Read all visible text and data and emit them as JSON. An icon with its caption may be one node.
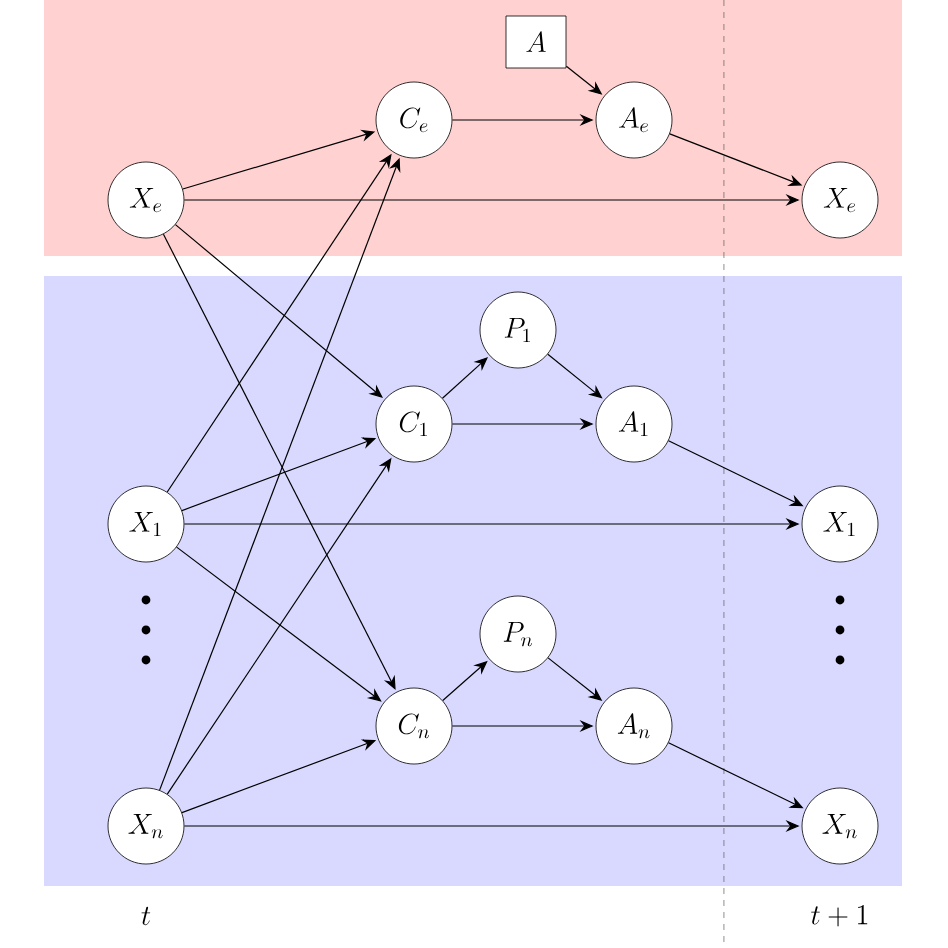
{
  "diagram": {
    "nodes": [
      {
        "text": [
          "X_e"
        ]
      },
      {
        "text": [
          "C_e"
        ]
      },
      {
        "text": [
          "A"
        ]
      },
      {
        "text": [
          "A_e"
        ]
      },
      {
        "text": [
          "X_e"
        ]
      },
      {
        "text": [
          "P_1"
        ]
      },
      {
        "text": [
          "C_1"
        ]
      },
      {
        "text": [
          "A_1"
        ]
      },
      {
        "text": [
          "X_1"
        ]
      },
      {
        "text": [
          "X_1"
        ]
      },
      {
        "text": [
          "P_n"
        ]
      },
      {
        "text": [
          "C_n"
        ]
      },
      {
        "text": [
          "A_n"
        ]
      },
      {
        "text": [
          "X_n"
        ]
      },
      {
        "text": [
          "X_n"
        ]
      }
    ],
    "edges": [
      {
        "from": 0,
        "to": 1,
        "arrow": "to"
      },
      {
        "from": 0,
        "to": 4,
        "arrow": "to"
      },
      {
        "from": 1,
        "to": 3,
        "arrow": "to"
      },
      {
        "from": 2,
        "to": 3,
        "arrow": "to"
      },
      {
        "from": 3,
        "to": 4,
        "arrow": "to"
      },
      {
        "from": 0,
        "to": 6,
        "arrow": "to"
      },
      {
        "from": 0,
        "to": 11,
        "arrow": "to"
      },
      {
        "from": 8,
        "to": 1,
        "arrow": "to"
      },
      {
        "from": 8,
        "to": 6,
        "arrow": "to"
      },
      {
        "from": 8,
        "to": 11,
        "arrow": "to"
      },
      {
        "from": 8,
        "to": 9,
        "arrow": "to"
      },
      {
        "from": 13,
        "to": 1,
        "arrow": "to"
      },
      {
        "from": 13,
        "to": 6,
        "arrow": "to"
      },
      {
        "from": 13,
        "to": 11,
        "arrow": "to"
      },
      {
        "from": 13,
        "to": 14,
        "arrow": "to"
      },
      {
        "from": 6,
        "to": 5,
        "arrow": "to"
      },
      {
        "from": 5,
        "to": 7,
        "arrow": "to"
      },
      {
        "from": 6,
        "to": 7,
        "arrow": "to"
      },
      {
        "from": 7,
        "to": 9,
        "arrow": "to"
      },
      {
        "from": 11,
        "to": 10,
        "arrow": "to"
      },
      {
        "from": 10,
        "to": 12,
        "arrow": "to"
      },
      {
        "from": 11,
        "to": 12,
        "arrow": "to"
      },
      {
        "from": 12,
        "to": 14,
        "arrow": "to"
      }
    ],
    "labels": [
      "t",
      "t+1"
    ]
  }
}
